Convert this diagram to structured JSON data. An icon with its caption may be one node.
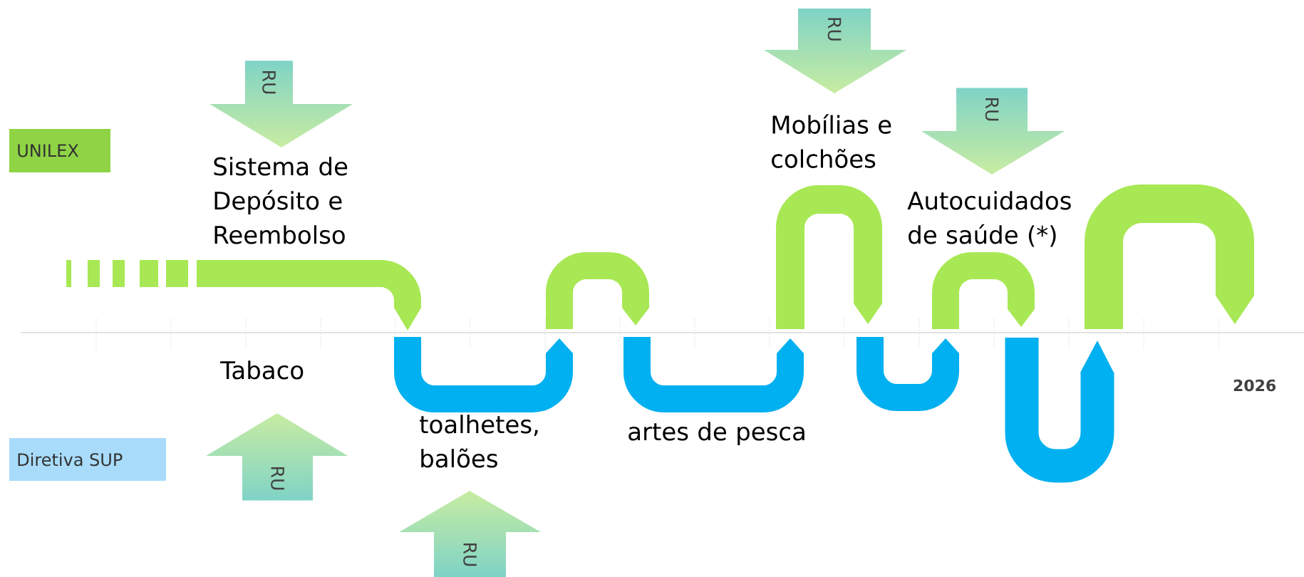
{
  "diagram": {
    "nodes": [
      {
        "text": [
          "RU"
        ]
      },
      {
        "text": [
          "RU"
        ]
      },
      {
        "text": [
          "RU"
        ]
      },
      {
        "text": [
          "RU"
        ]
      },
      {
        "text": [
          "RU"
        ]
      }
    ],
    "labels": [
      "Sistema de Depósito e Reembolso",
      "Mobílias e colchões",
      "Autocuidados de saúde (*)",
      "Tabaco",
      "toalhetes, balões",
      "artes de pesca",
      "2026"
    ],
    "legend": [
      {
        "text": "UNILEX",
        "color": "#8fd445"
      },
      {
        "text": "Diretiva SUP",
        "color": "#a9dcfb"
      }
    ]
  }
}
